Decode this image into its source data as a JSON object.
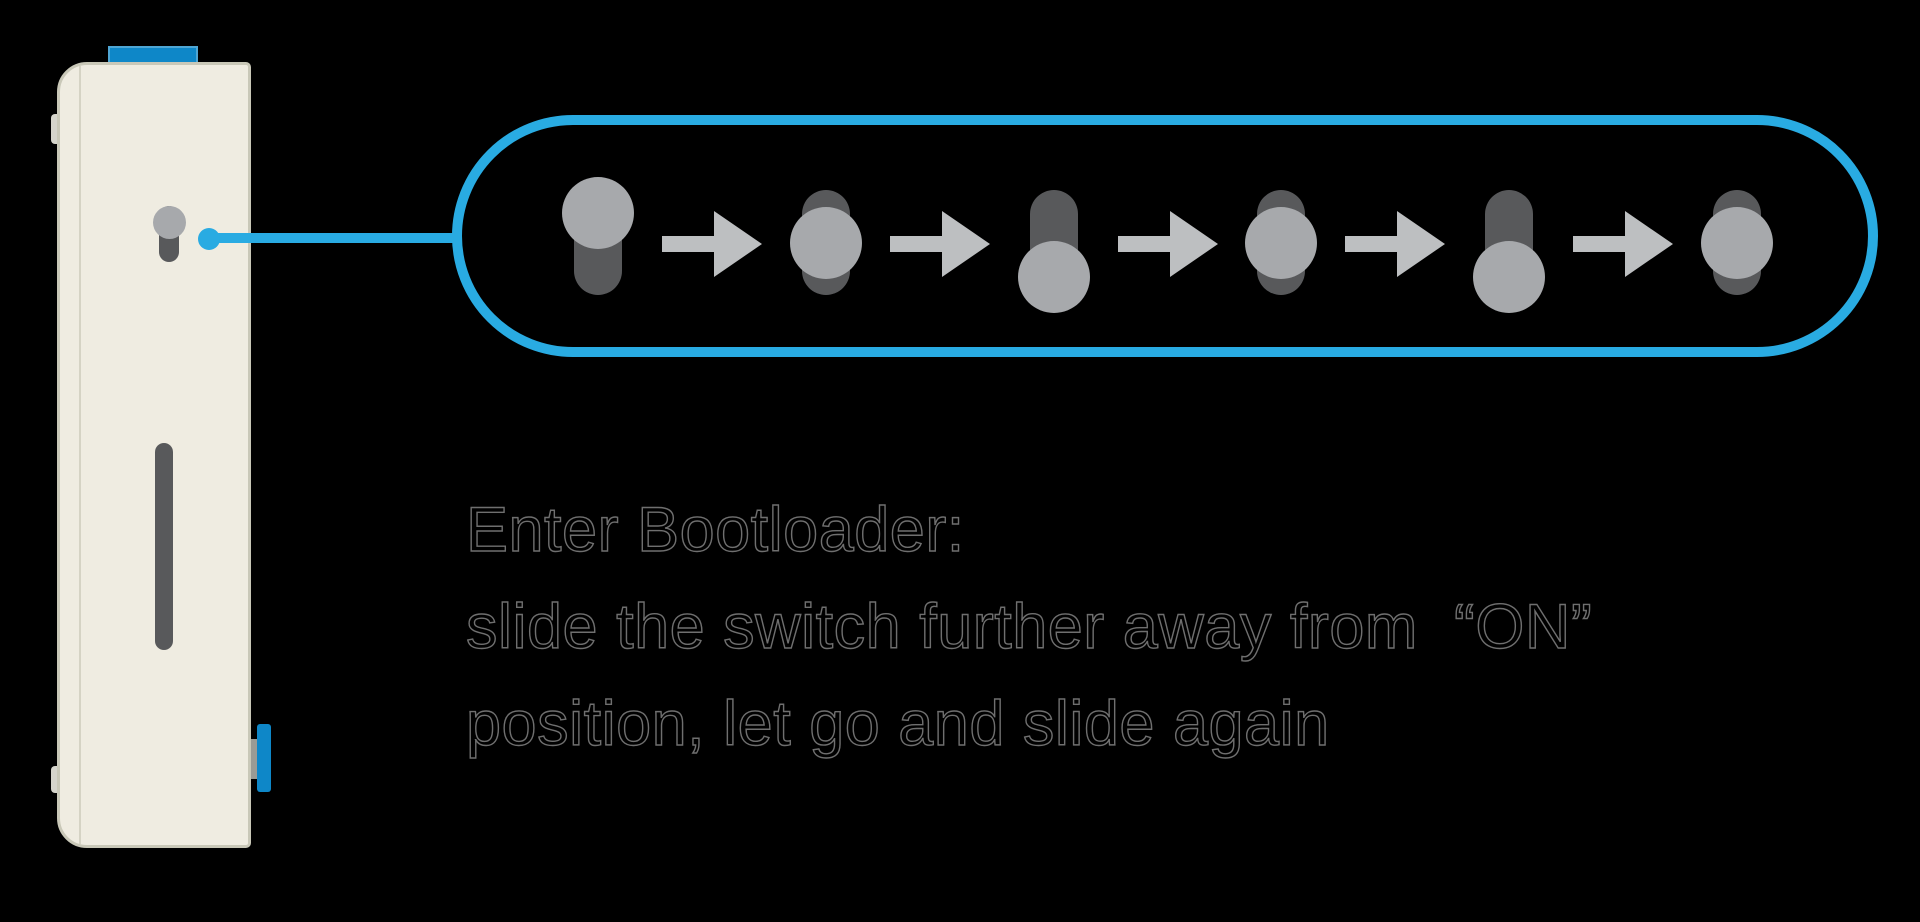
{
  "canvas": {
    "background": "#000000"
  },
  "colors": {
    "accent_blue": "#29ABE2",
    "connector_blue": "#0E87C8",
    "device_body": "#EFECE1",
    "device_border": "#C9C8B8",
    "knob_grey": "#A7A9AC",
    "track_grey": "#58595B",
    "arrow_grey": "#BDBFC1"
  },
  "device": {
    "top_connector_icon": "blue-top-connector",
    "power_switch_icon": "slide-switch-on-position",
    "speaker_slot_icon": "vertical-slot",
    "side_button_icon": "blue-side-button",
    "callout_icon": "callout-dot-line"
  },
  "sequence": {
    "pill_icon": "rounded-outline-capsule",
    "states": [
      "top",
      "middle",
      "bottom",
      "middle",
      "bottom",
      "middle"
    ],
    "arrow_icon": "right-arrow",
    "steps_count": 6
  },
  "instruction": {
    "lines": [
      "Enter Bootloader:",
      "slide the switch further away from  “ON”",
      "position, let go and slide again"
    ]
  }
}
